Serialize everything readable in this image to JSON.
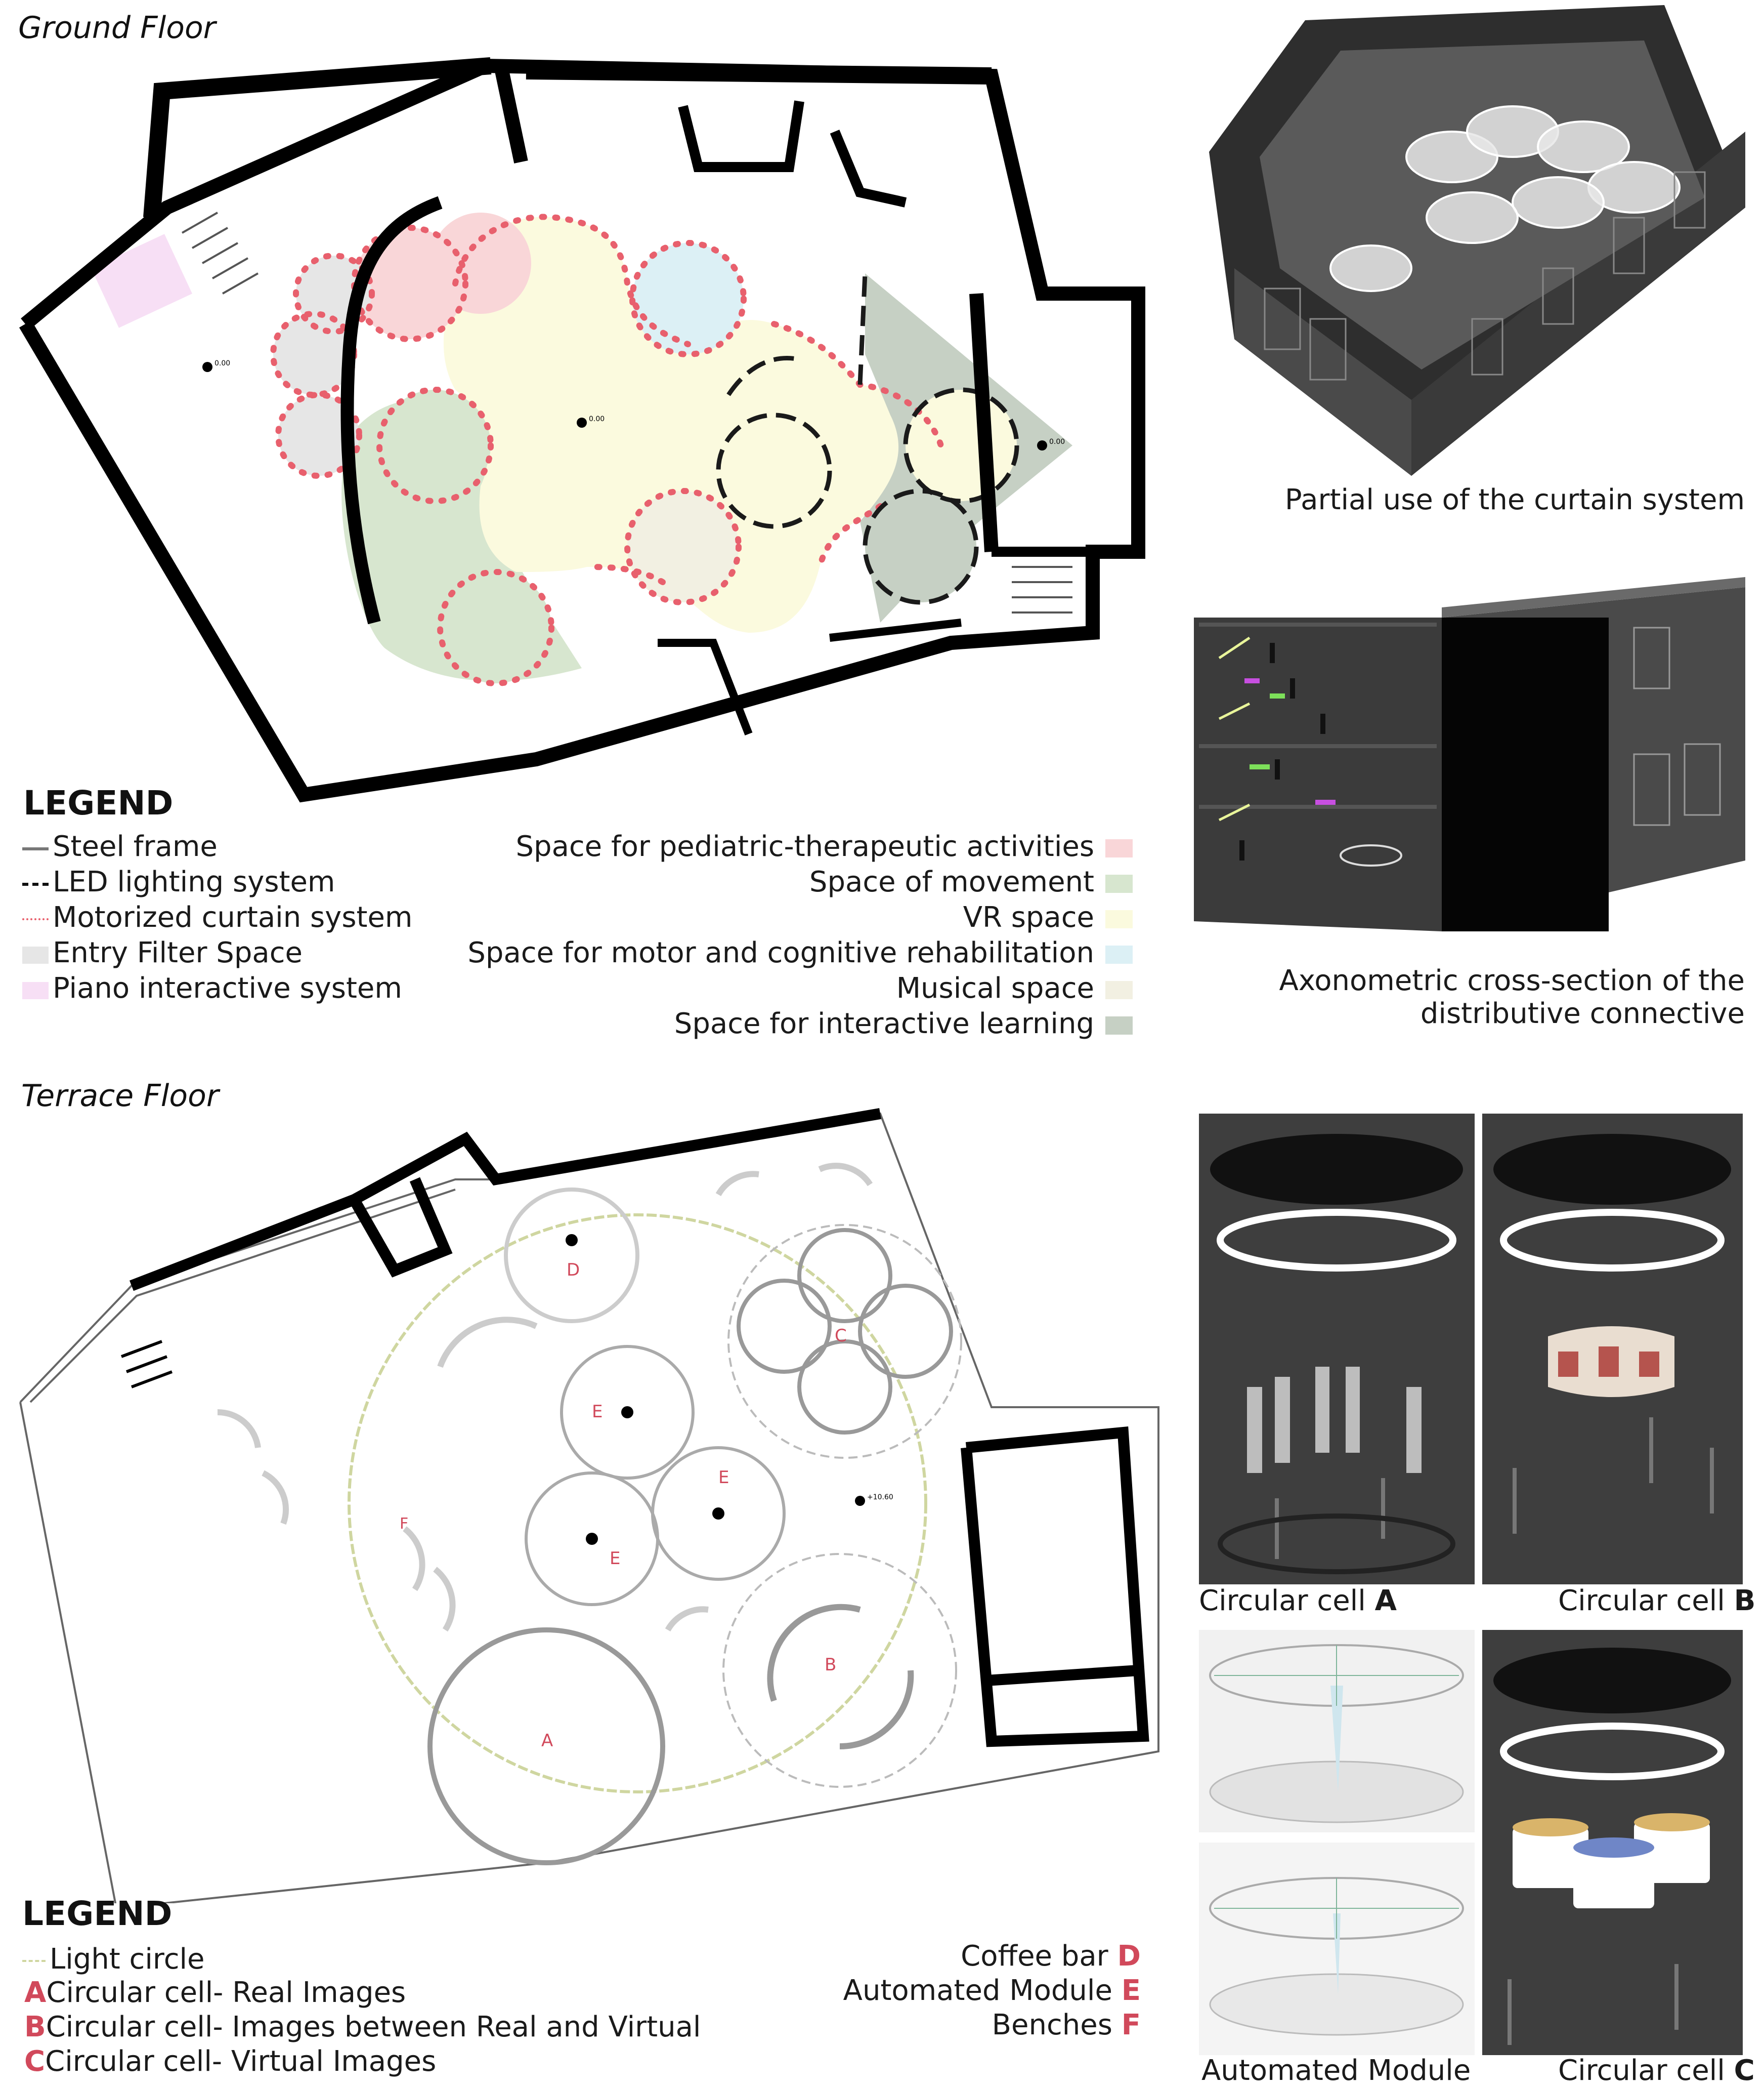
{
  "ground_floor": {
    "title": "Ground Floor",
    "level_main": "0.00",
    "level_left": "0.00",
    "level_right": "0.00"
  },
  "ground_legend": {
    "title": "LEGEND",
    "left_items": [
      {
        "label": "Steel frame",
        "symbol": "solid-line"
      },
      {
        "label": "LED lighting system",
        "symbol": "dashed-line"
      },
      {
        "label": "Motorized curtain system",
        "symbol": "dotted-red-line"
      },
      {
        "label": "Entry Filter Space",
        "color": "#e6e6e6"
      },
      {
        "label": "Piano interactive system",
        "color": "#f7dff5"
      }
    ],
    "right_items": [
      {
        "label": "Space for pediatric-therapeutic activities",
        "color": "#f9d6d8"
      },
      {
        "label": "Space of movement",
        "color": "#d7e6cf"
      },
      {
        "label": "VR space",
        "color": "#fbfade"
      },
      {
        "label": "Space for motor and cognitive rehabilitation",
        "color": "#dcf0f5"
      },
      {
        "label": "Musical space",
        "color": "#f2f0e2"
      },
      {
        "label": "Space for interactive learning",
        "color": "#c6d0c4"
      }
    ]
  },
  "captions": {
    "curtain": "Partial use of the curtain system",
    "section_line1": "Axonometric cross-section of the",
    "section_line2": "distributive connective"
  },
  "terrace_floor": {
    "title": "Terrace Floor",
    "level": "+10.60",
    "labels": {
      "a": "A",
      "b": "B",
      "c": "C",
      "d": "D",
      "e": "E",
      "f": "F"
    }
  },
  "terrace_legend": {
    "title": "LEGEND",
    "light_circle": "Light circle",
    "left_items": [
      {
        "letter": "A",
        "label": "Circular cell- Real Images"
      },
      {
        "letter": "B",
        "label": "Circular cell- Images between Real and Virtual"
      },
      {
        "letter": "C",
        "label": "Circular cell- Virtual Images"
      }
    ],
    "right_items": [
      {
        "label": "Coffee bar",
        "letter": "D"
      },
      {
        "label": "Automated Module",
        "letter": "E"
      },
      {
        "label": "Benches",
        "letter": "F"
      }
    ]
  },
  "cells": {
    "a_label": "Circular cell ",
    "a_letter": "A",
    "b_label": "Circular cell ",
    "b_letter": "B",
    "module_label": "Automated Module",
    "c_label": "Circular cell ",
    "c_letter": "C"
  },
  "colors": {
    "pediatric": "#f9d6d8",
    "movement": "#d7e6cf",
    "vr": "#fbfade",
    "rehab": "#dcf0f5",
    "musical": "#f2f0e2",
    "learning": "#c6d0c4",
    "entry": "#e6e6e6",
    "piano": "#f7dff5",
    "curtain_red": "#e8606d",
    "legend_letter": "#d1495b",
    "light_circle": "#cfd6a0"
  }
}
